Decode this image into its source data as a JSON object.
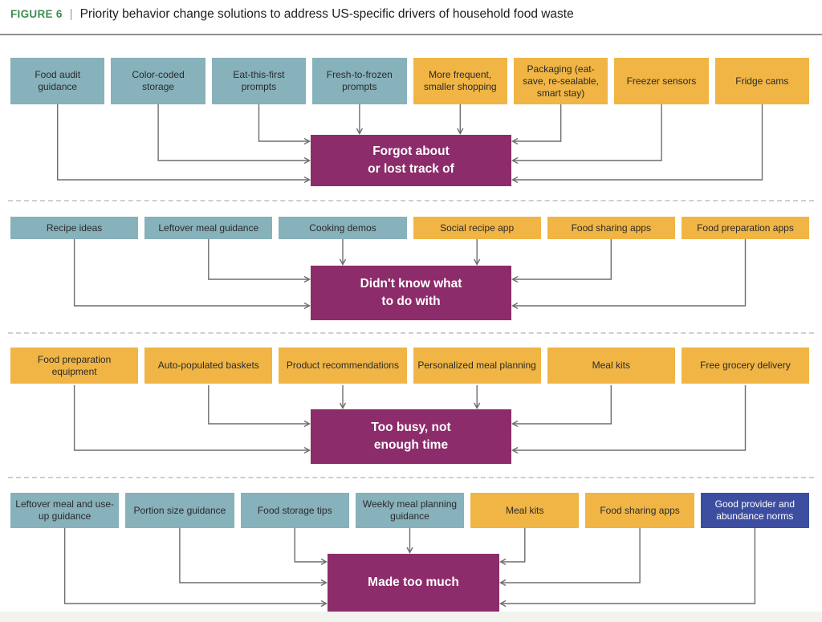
{
  "figure": {
    "label": "FIGURE 6",
    "separator": "|",
    "title": "Priority behavior change solutions to address US-specific drivers of household food waste"
  },
  "colors": {
    "teal_solution": "#87B1BB",
    "yellow_solution": "#F0B545",
    "blue_solution": "#3D4EA1",
    "driver_magenta": "#8D2C6B",
    "arrow_gray": "#6E6E6E",
    "figure_label_green": "#3C8C50"
  },
  "sections": [
    {
      "driver_lines": [
        "Forgot about",
        "or lost track of"
      ],
      "solutions": [
        {
          "label": "Food audit guidance",
          "type": "teal"
        },
        {
          "label": "Color-coded storage",
          "type": "teal"
        },
        {
          "label": "Eat-this-first prompts",
          "type": "teal"
        },
        {
          "label": "Fresh-to-frozen prompts",
          "type": "teal"
        },
        {
          "label": "More frequent, smaller shopping",
          "type": "yellow"
        },
        {
          "label": "Packaging (eat-save, re-sealable, smart stay)",
          "type": "yellow"
        },
        {
          "label": "Freezer sensors",
          "type": "yellow"
        },
        {
          "label": "Fridge cams",
          "type": "yellow"
        }
      ]
    },
    {
      "driver_lines": [
        "Didn't know what",
        "to do with"
      ],
      "solutions": [
        {
          "label": "Recipe ideas",
          "type": "teal"
        },
        {
          "label": "Leftover meal guidance",
          "type": "teal"
        },
        {
          "label": "Cooking demos",
          "type": "teal"
        },
        {
          "label": "Social recipe app",
          "type": "yellow"
        },
        {
          "label": "Food sharing apps",
          "type": "yellow"
        },
        {
          "label": "Food preparation apps",
          "type": "yellow"
        }
      ]
    },
    {
      "driver_lines": [
        "Too busy, not",
        "enough time"
      ],
      "solutions": [
        {
          "label": "Food preparation equipment",
          "type": "yellow"
        },
        {
          "label": "Auto-populated baskets",
          "type": "yellow"
        },
        {
          "label": "Product recommendations",
          "type": "yellow"
        },
        {
          "label": "Personalized meal planning",
          "type": "yellow"
        },
        {
          "label": "Meal kits",
          "type": "yellow"
        },
        {
          "label": "Free grocery delivery",
          "type": "yellow"
        }
      ]
    },
    {
      "driver_lines": [
        "Made too much"
      ],
      "solutions": [
        {
          "label": "Leftover meal and use-up guidance",
          "type": "teal"
        },
        {
          "label": "Portion size guidance",
          "type": "teal"
        },
        {
          "label": "Food storage tips",
          "type": "teal"
        },
        {
          "label": "Weekly meal planning guidance",
          "type": "teal"
        },
        {
          "label": "Meal kits",
          "type": "yellow"
        },
        {
          "label": "Food sharing apps",
          "type": "yellow"
        },
        {
          "label": "Good provider and abundance norms",
          "type": "blue"
        }
      ]
    }
  ]
}
